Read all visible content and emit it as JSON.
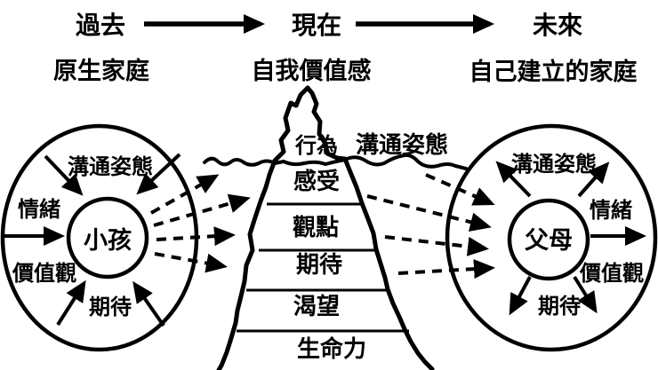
{
  "timeline": {
    "past": "過去",
    "present": "現在",
    "future": "未來",
    "past_label": "原生家庭",
    "present_label": "自我價值感",
    "future_label": "自己建立的家庭"
  },
  "left_wheel": {
    "center": "小孩",
    "top": "溝通姿態",
    "upper_left": "情緒",
    "lower_left": "價值觀",
    "bottom": "期待"
  },
  "right_wheel": {
    "center": "父母",
    "top": "溝通姿態",
    "upper_right": "情緒",
    "lower_right": "價值觀",
    "bottom": "期待"
  },
  "iceberg": {
    "surface_label": "溝通姿態",
    "layers": [
      "行為",
      "感受",
      "觀點",
      "期待",
      "渴望",
      "生命力"
    ]
  },
  "colors": {
    "ink": "#000000",
    "background": "#ffffff"
  }
}
